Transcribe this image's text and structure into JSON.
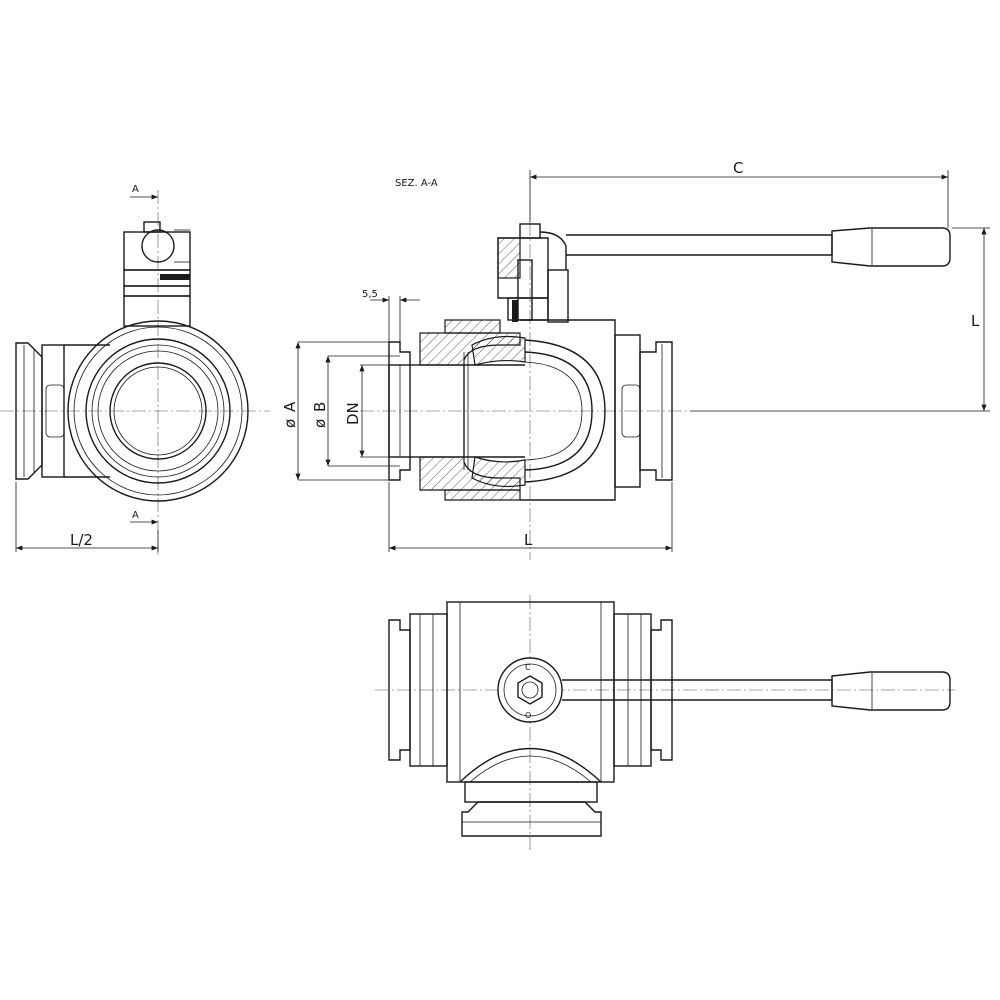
{
  "labels": {
    "section": "SEZ. A-A",
    "section_arrow_top": "A",
    "section_arrow_bottom": "A",
    "dim_half_length": "L/2",
    "dim_length": "L",
    "dim_height": "L",
    "dim_lever": "C",
    "dim_offset": "5,5",
    "dia_a": "A",
    "dia_b": "B",
    "dn": "DN",
    "dia_symbol": "ø",
    "pos_close": "C",
    "pos_open": "O"
  }
}
